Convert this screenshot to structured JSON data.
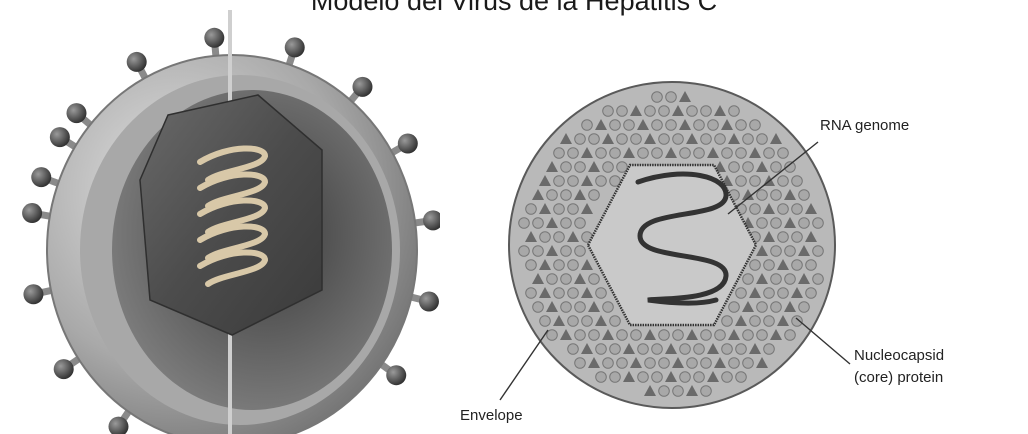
{
  "title": "Modelo del Virus de la Hepatitis C",
  "schematic": {
    "labels": {
      "rna_genome": "RNA genome",
      "nucleocapsid_line1": "Nucleocapsid",
      "nucleocapsid_line2": "(core) protein",
      "envelope": "Envelope"
    }
  },
  "colors": {
    "envelope_fill": "#b9b9b9",
    "particle_circle": "#a8a8a8",
    "particle_triangle": "#6a6a6a",
    "capsid_fill": "#c9c9c9",
    "rna_stroke": "#333333",
    "shell": "#a6a6a6",
    "core": "#4a4a4a"
  },
  "icons": [
    "virus-3d-cutaway",
    "hexagonal-capsid",
    "rna-helix",
    "glycoprotein-spikes"
  ]
}
